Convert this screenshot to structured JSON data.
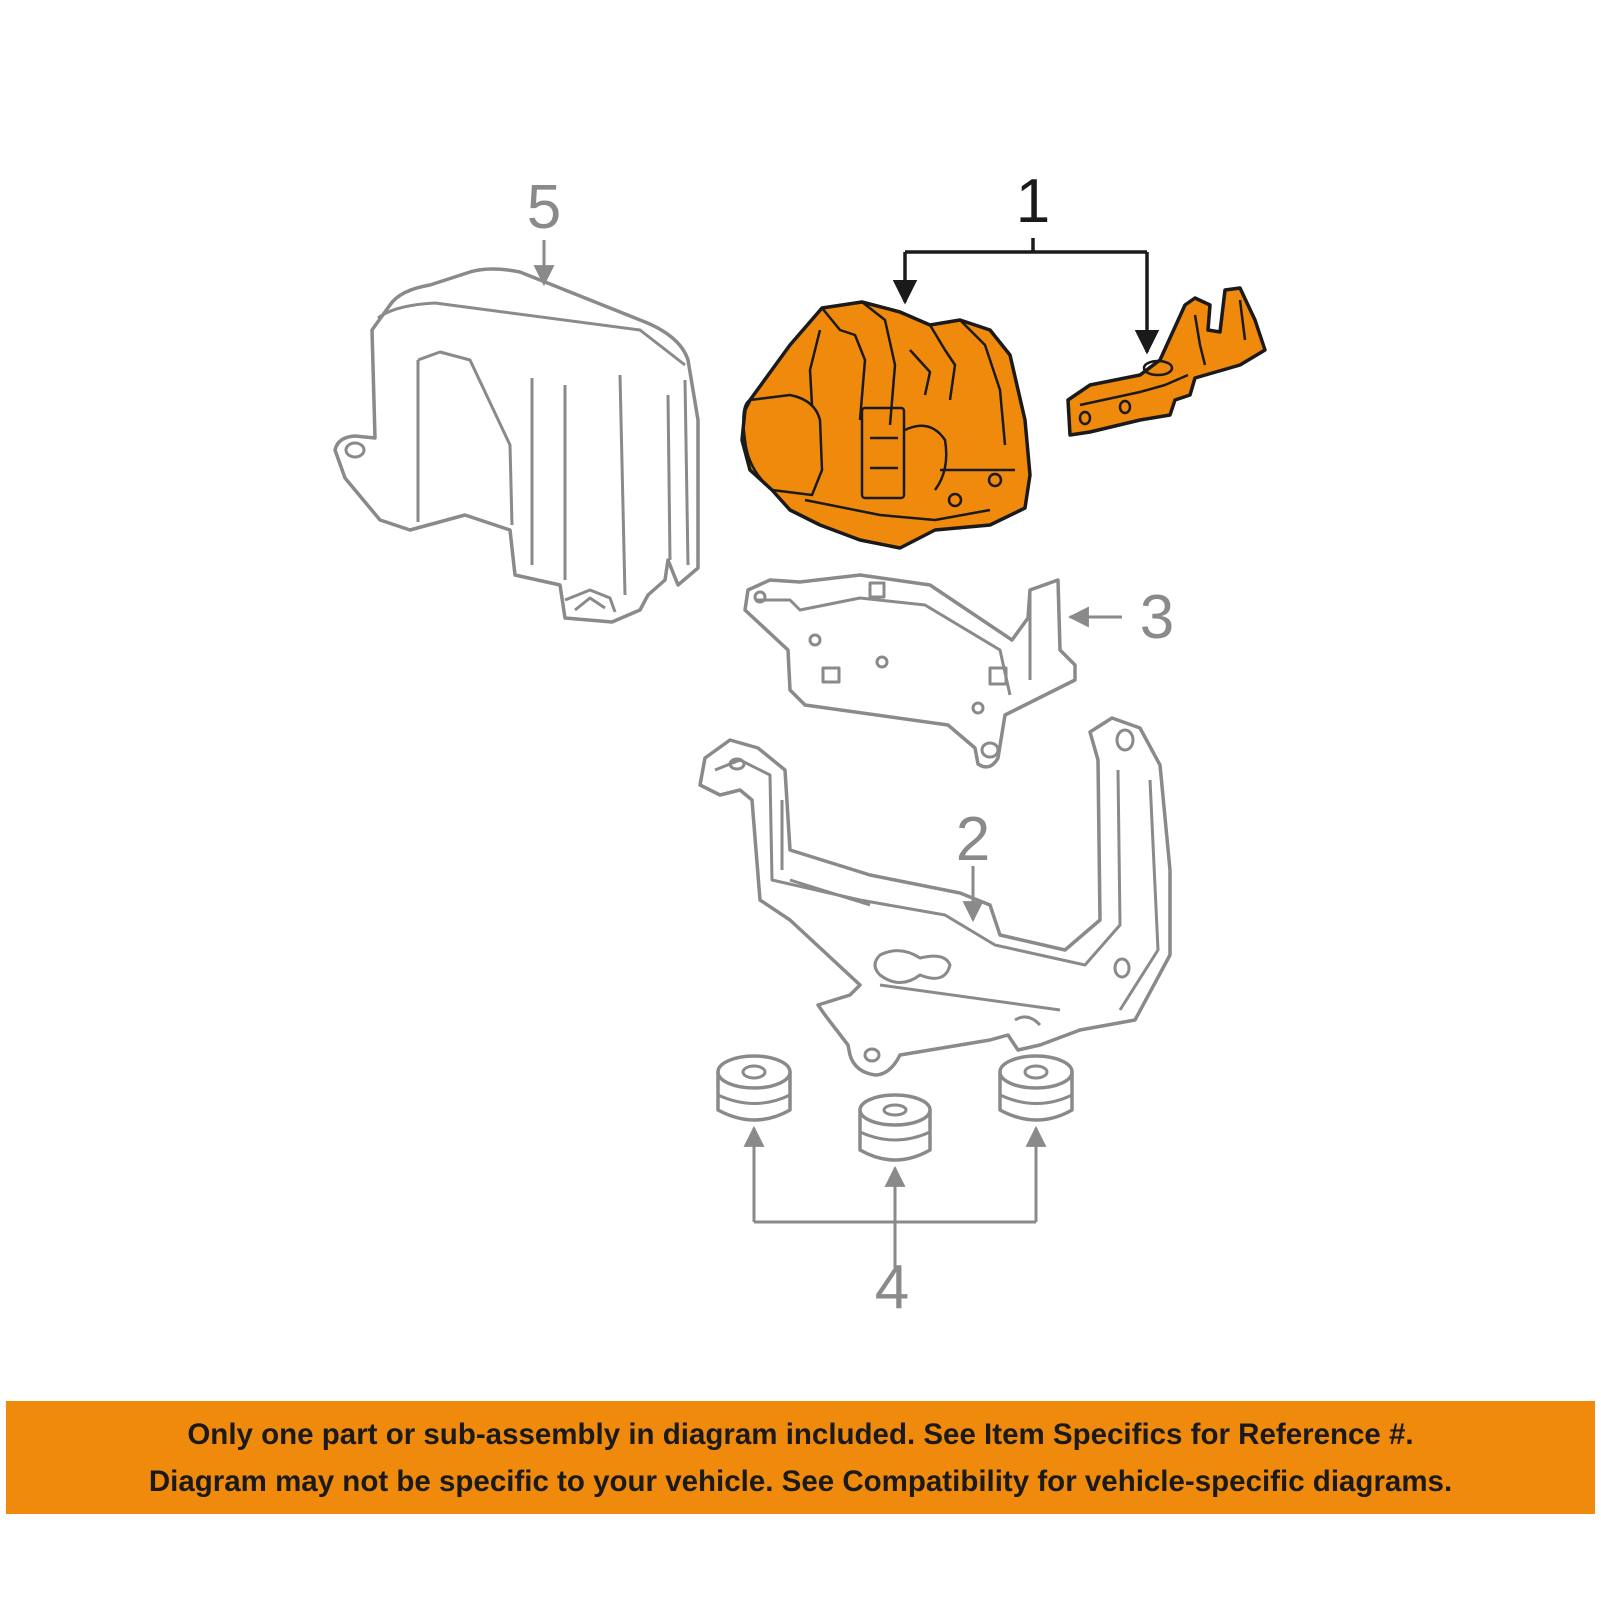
{
  "diagram": {
    "callouts": [
      {
        "id": "1",
        "label": "1",
        "highlighted": true
      },
      {
        "id": "2",
        "label": "2",
        "highlighted": false
      },
      {
        "id": "3",
        "label": "3",
        "highlighted": false
      },
      {
        "id": "4",
        "label": "4",
        "highlighted": false
      },
      {
        "id": "5",
        "label": "5",
        "highlighted": false
      }
    ],
    "colors": {
      "highlight": "#f08a0c",
      "outline": "#8a8a8a",
      "highlight_outline": "#1a1a1a",
      "callout_dark": "#1a1a1a",
      "callout_gray": "#8a8a8a",
      "banner": "#f08a0c"
    }
  },
  "banner": {
    "line1": "Only one part or sub-assembly in diagram included. See Item Specifics for Reference #.",
    "line2": "Diagram may not be specific to your vehicle. See Compatibility for vehicle-specific diagrams."
  }
}
